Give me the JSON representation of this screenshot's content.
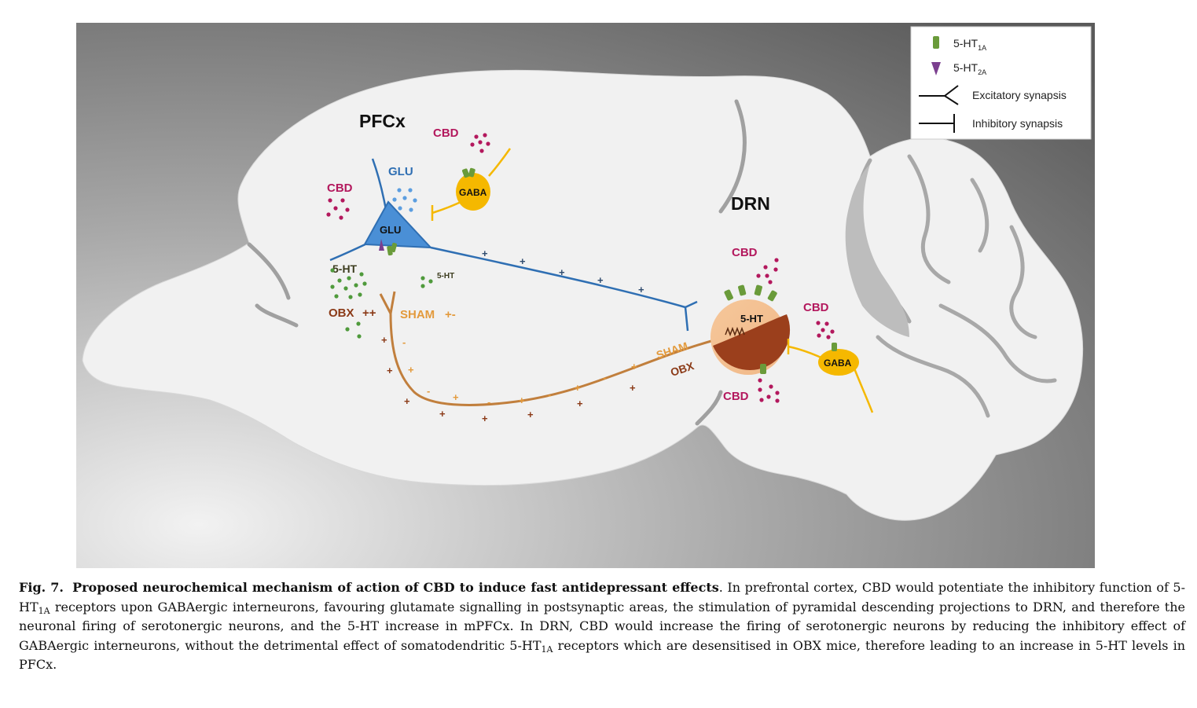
{
  "figure": {
    "labels": {
      "pfcx": "PFCx",
      "drn": "DRN",
      "cbd": "CBD",
      "glu": "GLU",
      "gaba": "GABA",
      "ht": "5-HT",
      "obx": "OBX",
      "sham": "SHAM",
      "obx_sign": "++",
      "sham_sign": "+-",
      "plus": "+",
      "minus": "-"
    },
    "legend": {
      "r1a_prefix": "5-HT",
      "r1a_sub": "1A",
      "r2a_prefix": "5-HT",
      "r2a_sub": "2A",
      "excitatory": "Excitatory synapsis",
      "inhibitory": "Inhibitory synapsis"
    },
    "colors": {
      "glutamate": "#2f6fb3",
      "gaba": "#f5b800",
      "cbd": "#b3185d",
      "serotonin_dots": "#4f9a3c",
      "obx": "#8b3a17",
      "sham": "#e39a3c",
      "receptor_1a": "#6a9b3a",
      "receptor_2a": "#7b3f8f"
    }
  },
  "caption": {
    "fig_label": "Fig. 7.",
    "title": "Proposed neurochemical mechanism of action of CBD to induce fast antidepressant effects",
    "text1": ". In prefrontal cortex, CBD would potentiate the inhibitory function of 5-HT",
    "sub1": "1A",
    "text2": " receptors upon GABAergic interneurons, favouring glutamate signalling in postsynaptic areas, the stimulation of pyramidal descending projections to DRN, and therefore the neuronal firing of serotonergic neurons, and the 5-HT increase in mPFCx. In DRN, CBD would increase the firing of serotonergic neurons by reducing the inhibitory effect of GABAergic interneurons, without the detrimental effect of somatodendritic 5-HT",
    "sub2": "1A",
    "text3": " receptors which are desensitised in OBX mice, therefore leading to an increase in 5-HT levels in PFCx."
  }
}
